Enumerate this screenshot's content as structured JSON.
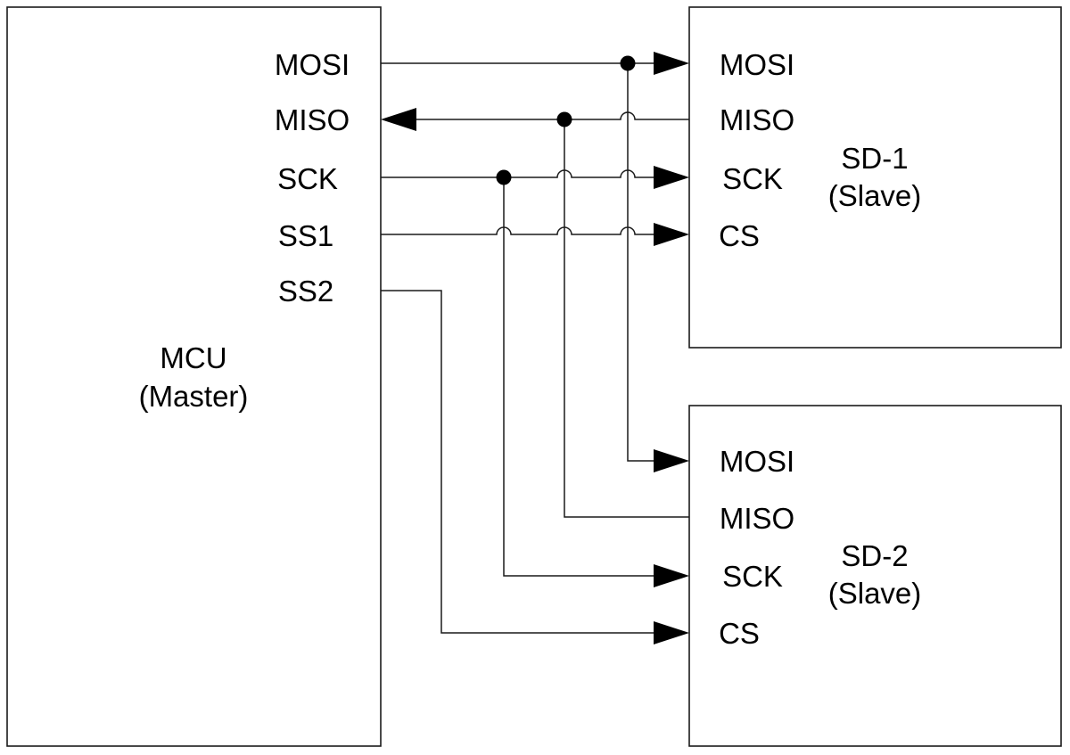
{
  "master": {
    "title": "MCU",
    "subtitle": "(Master)",
    "pins": {
      "mosi": "MOSI",
      "miso": "MISO",
      "sck": "SCK",
      "ss1": "SS1",
      "ss2": "SS2"
    }
  },
  "slaves": [
    {
      "title": "SD-1",
      "subtitle": "(Slave)",
      "pins": {
        "mosi": "MOSI",
        "miso": "MISO",
        "sck": "SCK",
        "cs": "CS"
      }
    },
    {
      "title": "SD-2",
      "subtitle": "(Slave)",
      "pins": {
        "mosi": "MOSI",
        "miso": "MISO",
        "sck": "SCK",
        "cs": "CS"
      }
    }
  ],
  "colors": {
    "line": "#1a1a1a",
    "fill": "#ffffff"
  }
}
